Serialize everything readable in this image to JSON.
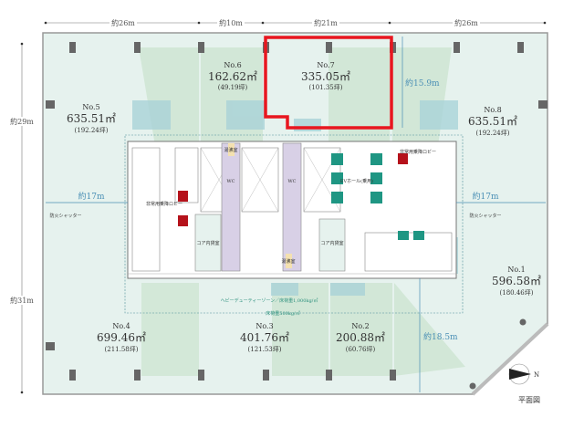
{
  "dimensions": {
    "top": [
      "約26m",
      "約10m",
      "約21m",
      "約26m"
    ],
    "left_upper": "約29m",
    "left_lower": "約31m",
    "width_left": "約17m",
    "width_right": "約17m",
    "depth_no7": "約15.9m",
    "depth_no1": "約18.5m"
  },
  "units": [
    {
      "no": "No.1",
      "area": "596.58㎡",
      "tsubo": "(180.46坪)"
    },
    {
      "no": "No.2",
      "area": "200.88㎡",
      "tsubo": "(60.76坪)"
    },
    {
      "no": "No.3",
      "area": "401.76㎡",
      "tsubo": "(121.53坪)"
    },
    {
      "no": "No.4",
      "area": "699.46㎡",
      "tsubo": "(211.58坪)"
    },
    {
      "no": "No.5",
      "area": "635.51㎡",
      "tsubo": "(192.24坪)"
    },
    {
      "no": "No.6",
      "area": "162.62㎡",
      "tsubo": "(49.19坪)"
    },
    {
      "no": "No.7",
      "area": "335.05㎡",
      "tsubo": "(101.35坪)"
    },
    {
      "no": "No.8",
      "area": "635.51㎡",
      "tsubo": "(192.24坪)"
    }
  ],
  "highlighted_unit": "No.7",
  "labels": {
    "fire_shutter": "防火シャッター",
    "core_room": "コア内貸室",
    "emergency_lobby": "非常用乗降ロビー",
    "ev_hall": "EVホール(乗用)",
    "wc": "WC",
    "kitchen": "湯沸室",
    "heavy_duty": "ヘビーデューティーゾーン／床荷重1,000kg/㎡",
    "floor_load": "床荷重500kg/㎡",
    "plan_title": "平面図",
    "north": "N"
  },
  "colors": {
    "floor": "#e6f2ee",
    "green_zone": "#cfe6d3",
    "blue_zone": "#a9d3d8",
    "highlight": "#e8161f",
    "elevator": "#1f9683",
    "stair_red": "#b5121b",
    "wc": "#d8d0e6"
  }
}
